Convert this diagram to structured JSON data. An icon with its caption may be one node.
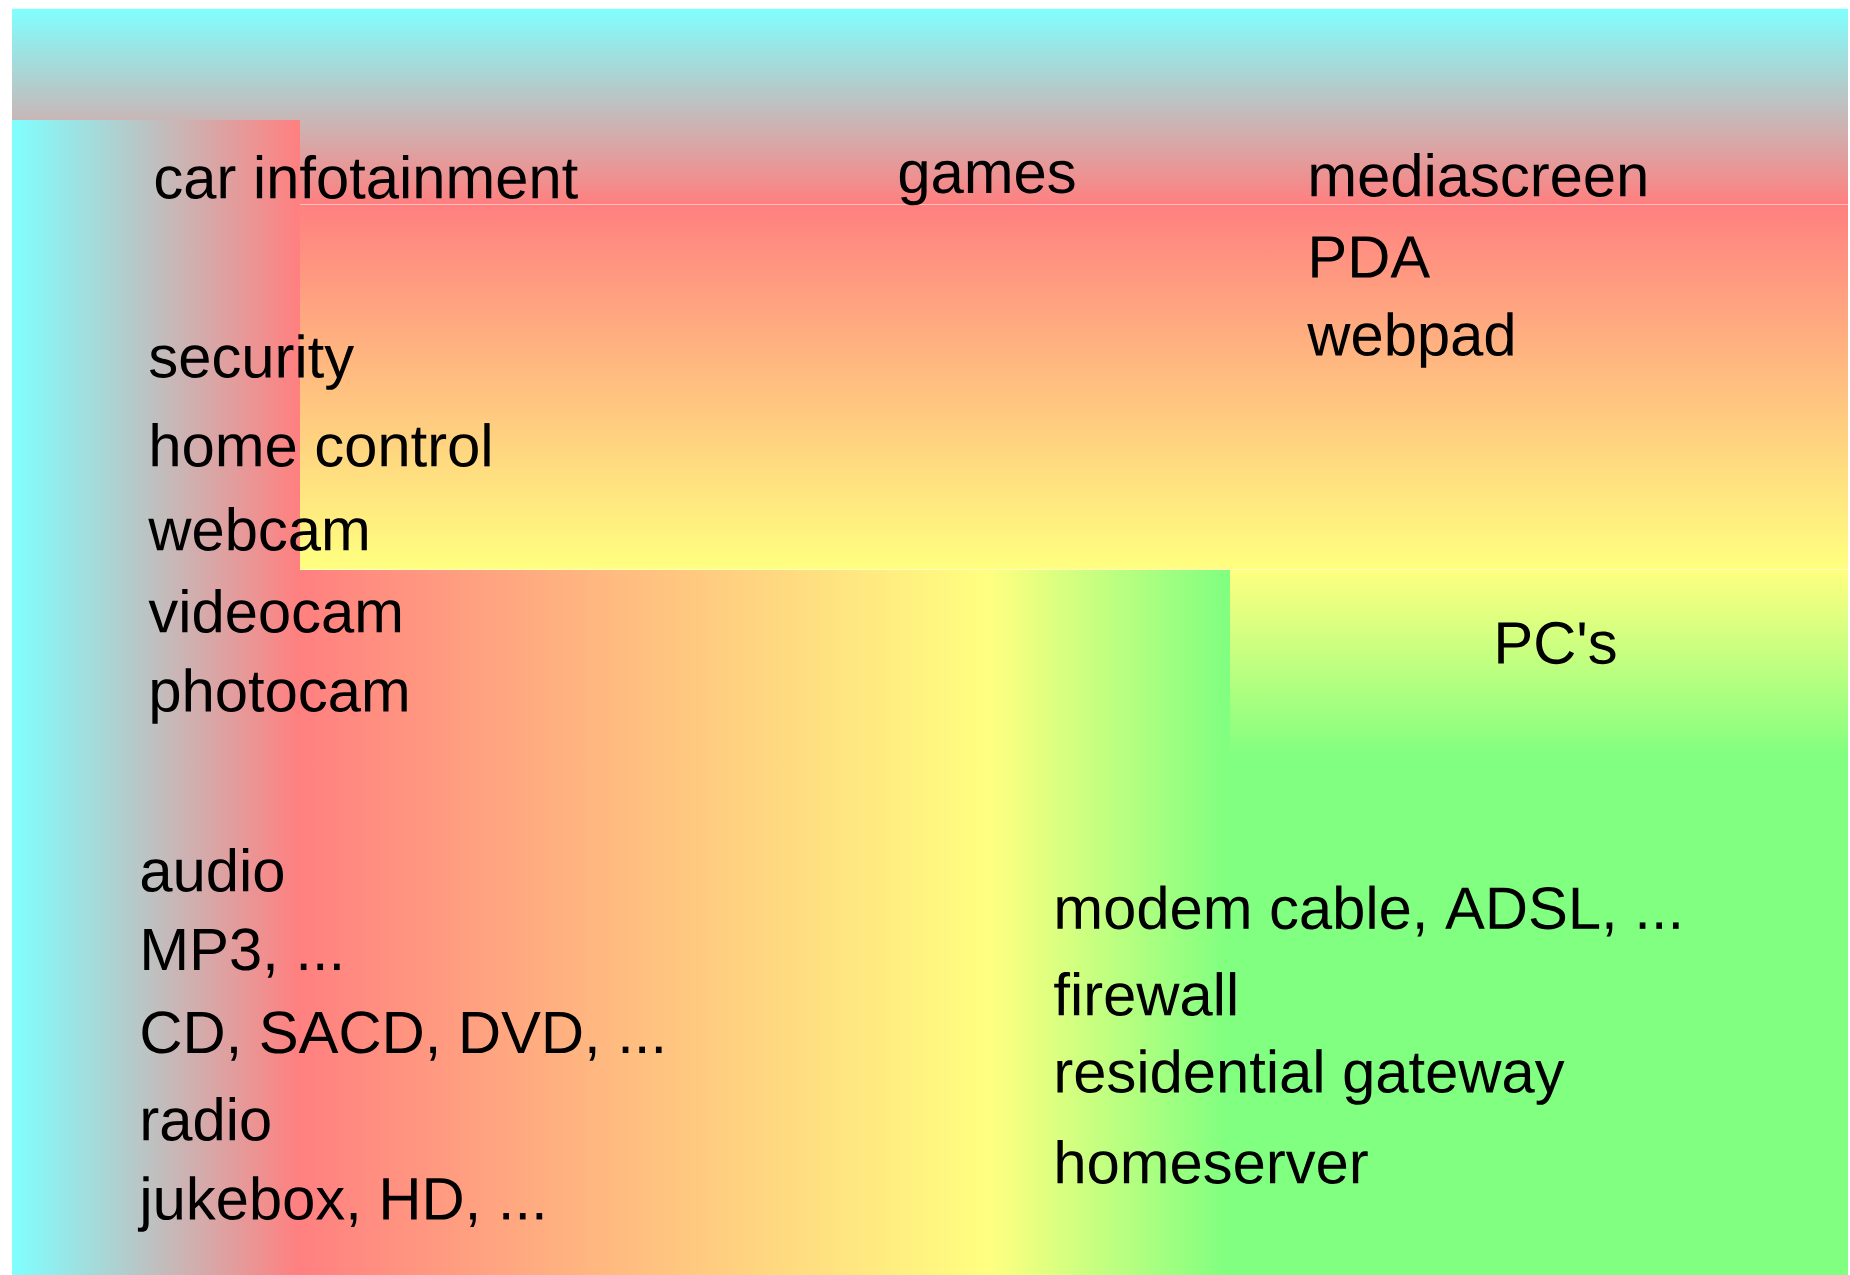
{
  "diagram": {
    "labels": [
      "car infotainment",
      "games",
      "mediascreen",
      "PDA",
      "webpad",
      "security",
      "home control",
      "webcam",
      "videocam",
      "photocam",
      "PC's",
      "audio",
      "MP3, ...",
      "CD, SACD, DVD, ...",
      "radio",
      "jukebox, HD, ...",
      "modem cable, ADSL, ...",
      "firewall",
      "residential gateway",
      "homeserver"
    ]
  }
}
